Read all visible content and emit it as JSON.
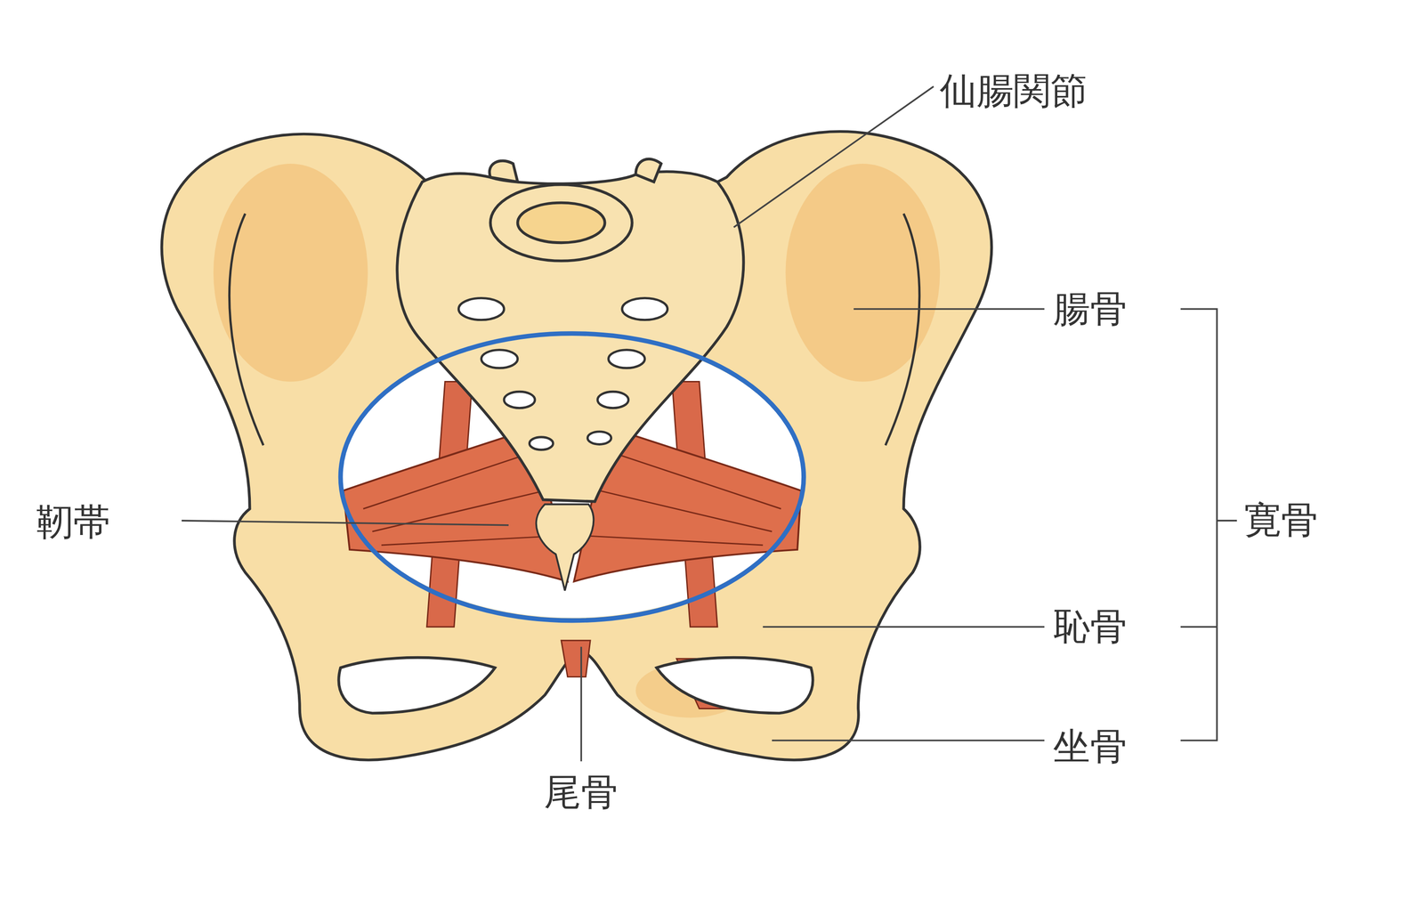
{
  "diagram": {
    "labels": [
      "仙腸関節",
      "腸骨",
      "寛骨",
      "恥骨",
      "坐骨",
      "靭帯",
      "尾骨"
    ]
  }
}
